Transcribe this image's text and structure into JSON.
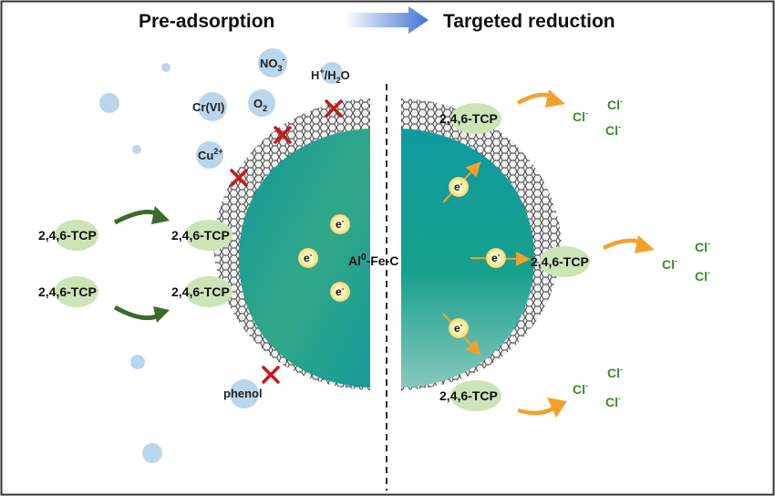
{
  "header": {
    "left_title": "Pre-adsorption",
    "right_title": "Targeted reduction"
  },
  "center_label": {
    "prefix": "Al",
    "superscript": "0",
    "suffix": "-Fe-C"
  },
  "tcp_label": "2,4,6-TCP",
  "electron": {
    "base": "e",
    "sup": "-"
  },
  "chloride": {
    "base": "Cl",
    "sup": "-"
  },
  "blocked_species": {
    "nitrate": {
      "base": "NO",
      "sub": "3",
      "sup": "-"
    },
    "h_water": {
      "a": "H",
      "a_sup": "+",
      "b": "/H",
      "b_sub": "2",
      "c": "O"
    },
    "chromium": "Cr(VI)",
    "oxygen": {
      "base": "O",
      "sub": "2"
    },
    "copper": {
      "base": "Cu",
      "sup": "2+"
    },
    "phenol": "phenol"
  },
  "colors": {
    "tcp_fill": "#cde3b8",
    "bubble_fill": "#b9d6ec",
    "core_teal": "#12969a",
    "core_green": "#3aac7a",
    "cross": "#c41a1a",
    "dark_arrow": "#3c6a2a",
    "orange_arrow": "#f2a22c",
    "chloride_text": "#3b8c2a"
  }
}
